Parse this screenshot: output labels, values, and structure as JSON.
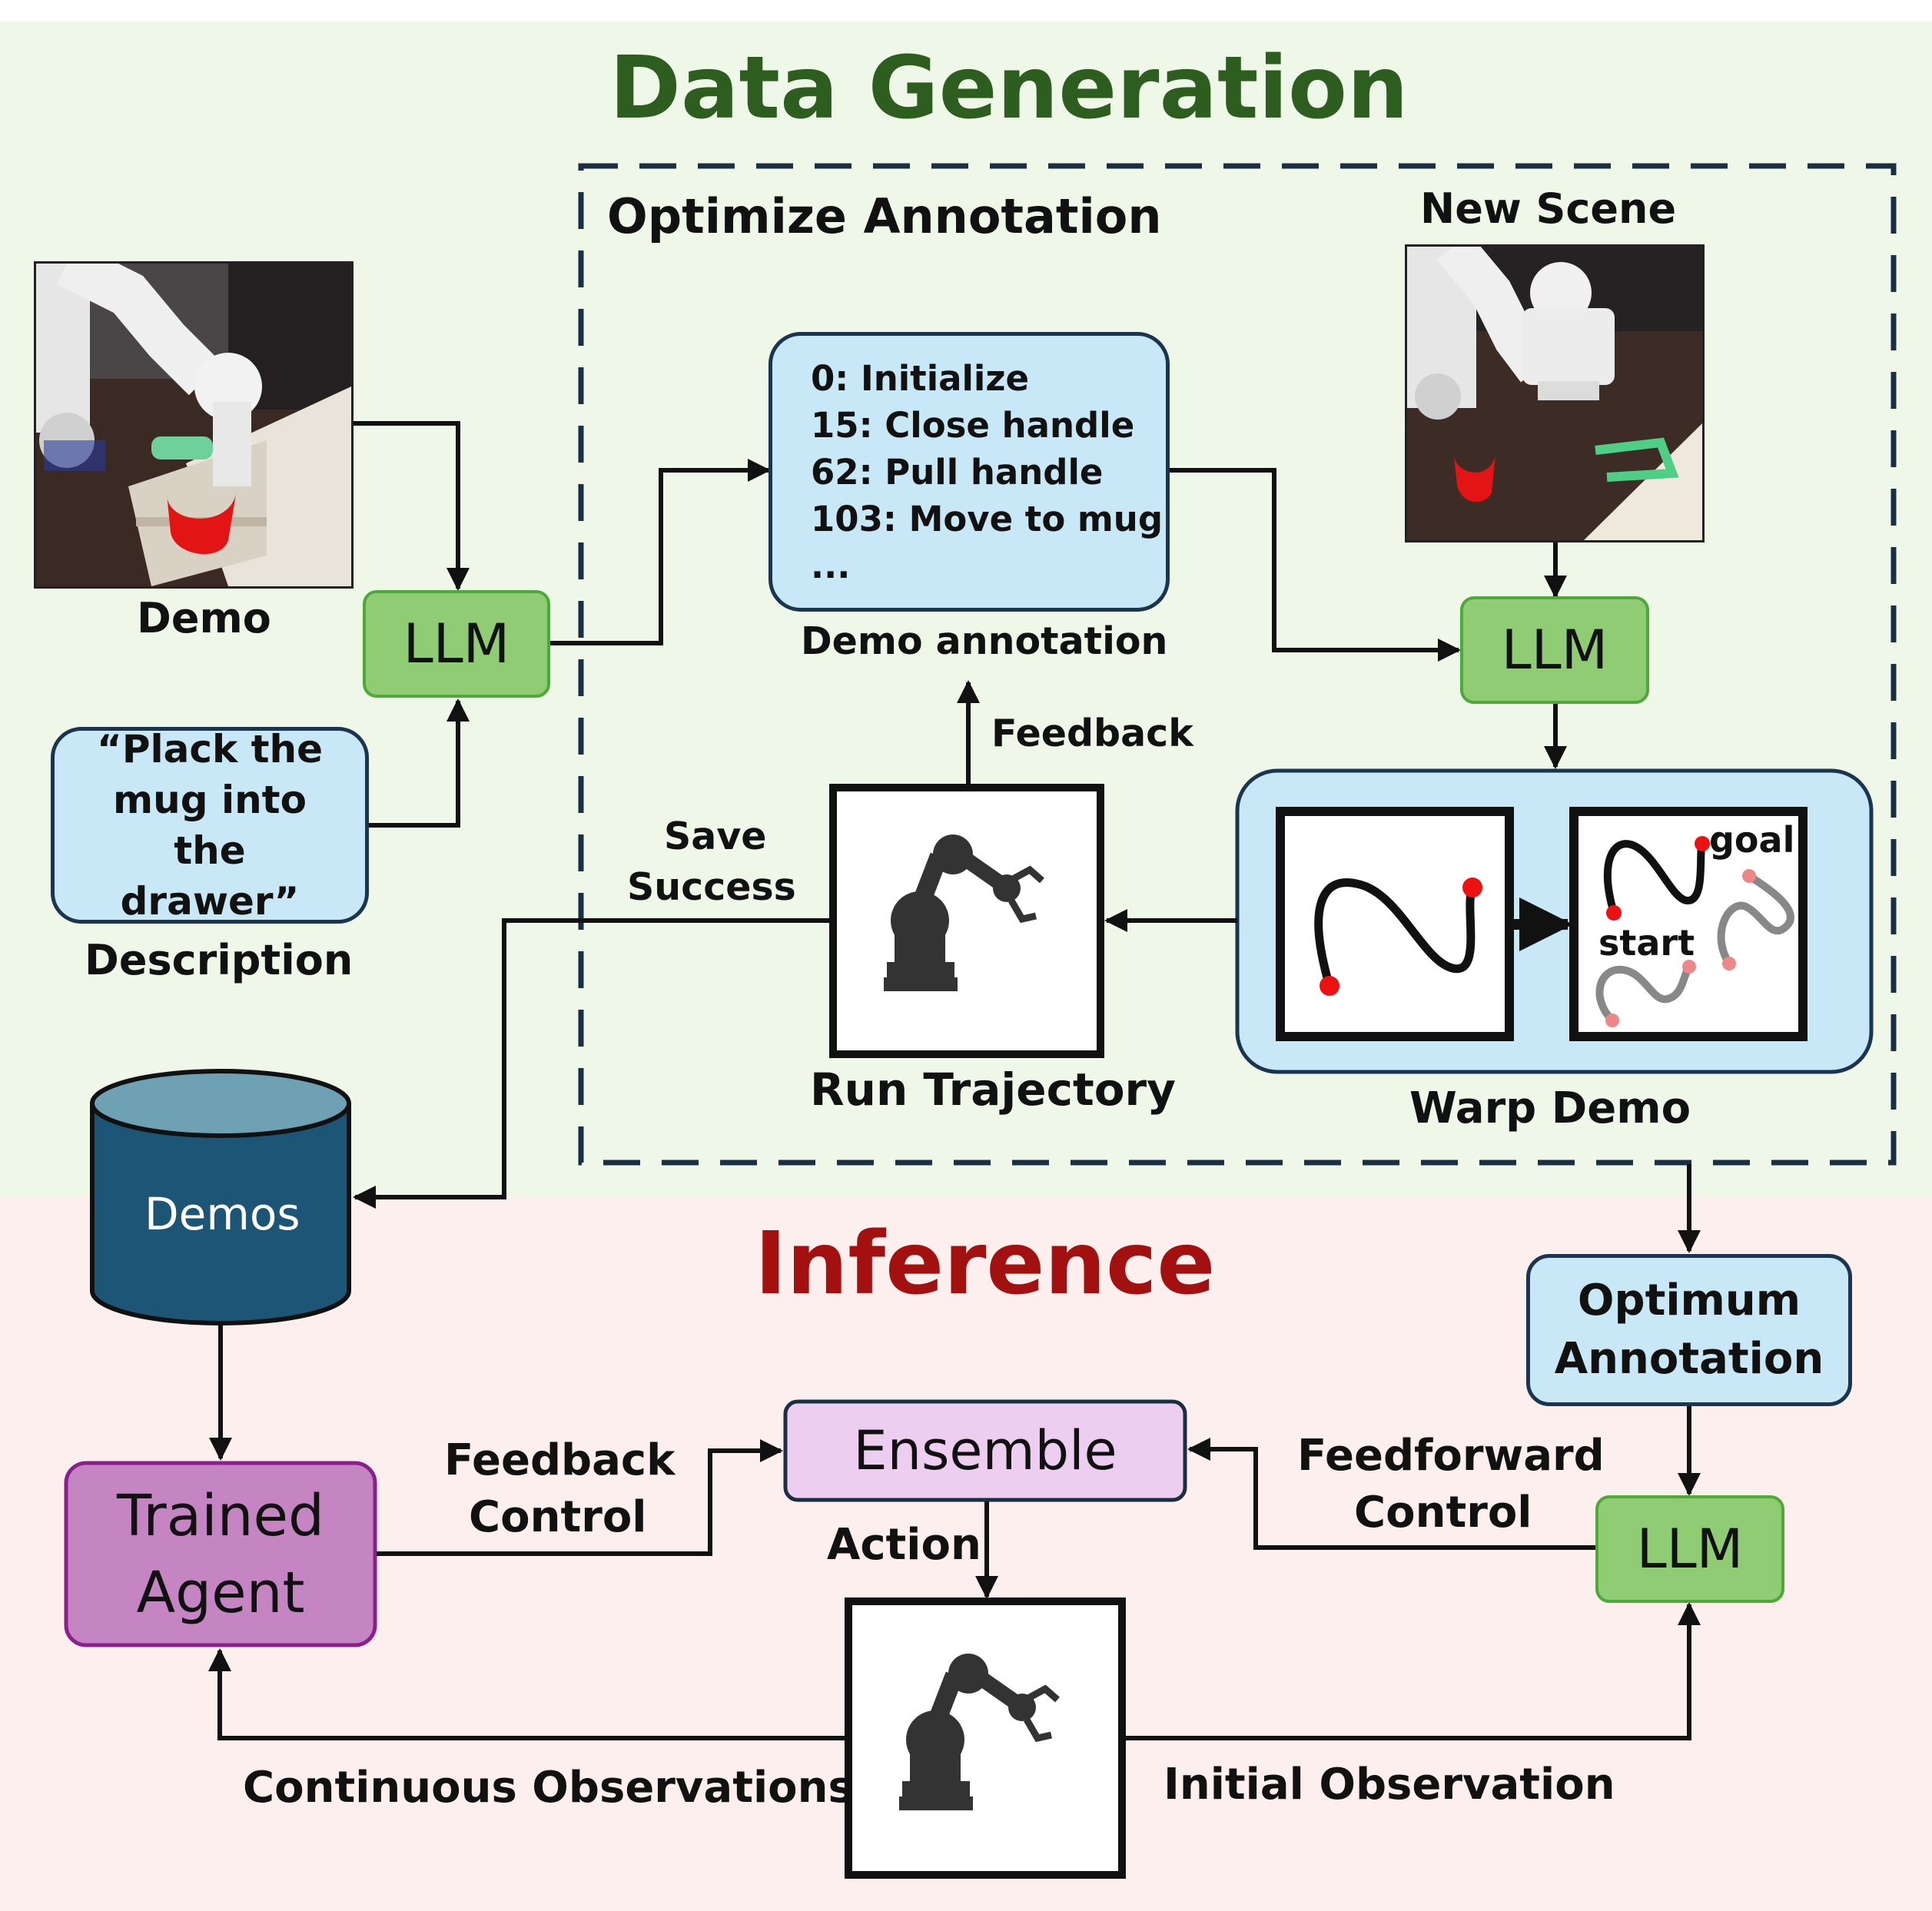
{
  "colors": {
    "data_generation_bg": "#eef7e8",
    "inference_bg": "#fcefee",
    "data_generation_title": "#2d5e1f",
    "inference_title": "#a31010",
    "llm_fill": "#8fcc74",
    "annotation_fill": "#c8e8f7",
    "ensemble_fill": "#edcdf0",
    "agent_fill": "#c585c2",
    "demos_db_fill": "#1c5576",
    "trajectory_red": "#ee1111",
    "warped_gray": "#888888"
  },
  "icons": [
    "robot-arm-icon",
    "database-icon",
    "photo-demo",
    "photo-new-scene"
  ],
  "data_generation": {
    "title": "Data Generation",
    "optimize_annotation_title": "Optimize Annotation",
    "demo_label": "Demo",
    "description_text": "“Plack the mug into the drawer”",
    "description_label": "Description",
    "llm_label": "LLM",
    "demo_annotation": {
      "lines": [
        "0: Initialize",
        "15: Close handle",
        "62: Pull handle",
        "103: Move to mug",
        "..."
      ],
      "caption": "Demo annotation"
    },
    "new_scene_label": "New Scene",
    "feedback_label": "Feedback",
    "save_success_line1": "Save",
    "save_success_line2": "Success",
    "run_trajectory_label": "Run Trajectory",
    "warp_demo_label": "Warp Demo",
    "warp_goal_label": "goal",
    "warp_start_label": "start",
    "demos_label": "Demos"
  },
  "inference": {
    "title": "Inference",
    "optimum_annotation_line1": "Optimum",
    "optimum_annotation_line2": "Annotation",
    "llm_label": "LLM",
    "ensemble_label": "Ensemble",
    "trained_agent_line1": "Trained",
    "trained_agent_line2": "Agent",
    "feedback_control_line1": "Feedback",
    "feedback_control_line2": "Control",
    "feedforward_control_line1": "Feedforward",
    "feedforward_control_line2": "Control",
    "action_label": "Action",
    "continuous_observations_label": "Continuous Observations",
    "initial_observation_label": "Initial Observation"
  }
}
